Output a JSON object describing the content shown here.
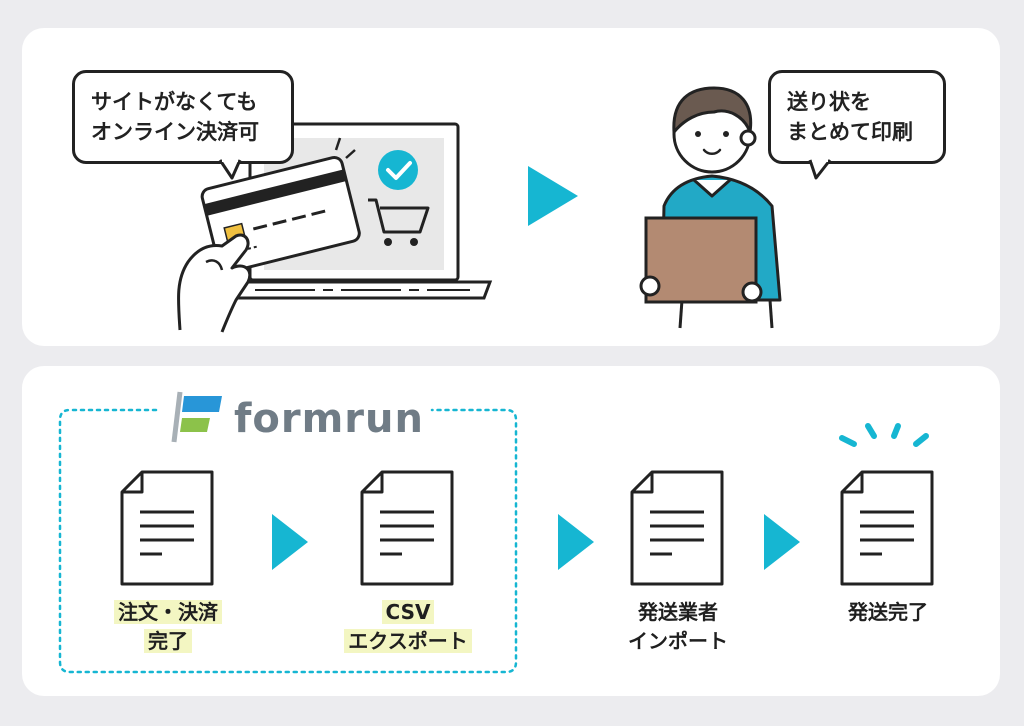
{
  "top_panel": {
    "bubble_left": [
      "サイトがなくても",
      "オンライン決済可"
    ],
    "bubble_right": [
      "送り状を",
      "まとめて印刷"
    ]
  },
  "bottom_panel": {
    "logo": "formrun",
    "steps": [
      {
        "lines": [
          "注文・決済",
          "完了"
        ]
      },
      {
        "lines": [
          "CSV",
          "エクスポート"
        ]
      },
      {
        "lines": [
          "発送業者",
          "インポート"
        ]
      },
      {
        "lines": [
          "発送完了"
        ]
      }
    ]
  },
  "colors": {
    "accent": "#16b6d2",
    "box": "#b38a72",
    "shirt": "#22a9c6",
    "highlight": "#f3f6c2",
    "logo_blue": "#2896d8",
    "logo_green": "#8cc24a"
  }
}
